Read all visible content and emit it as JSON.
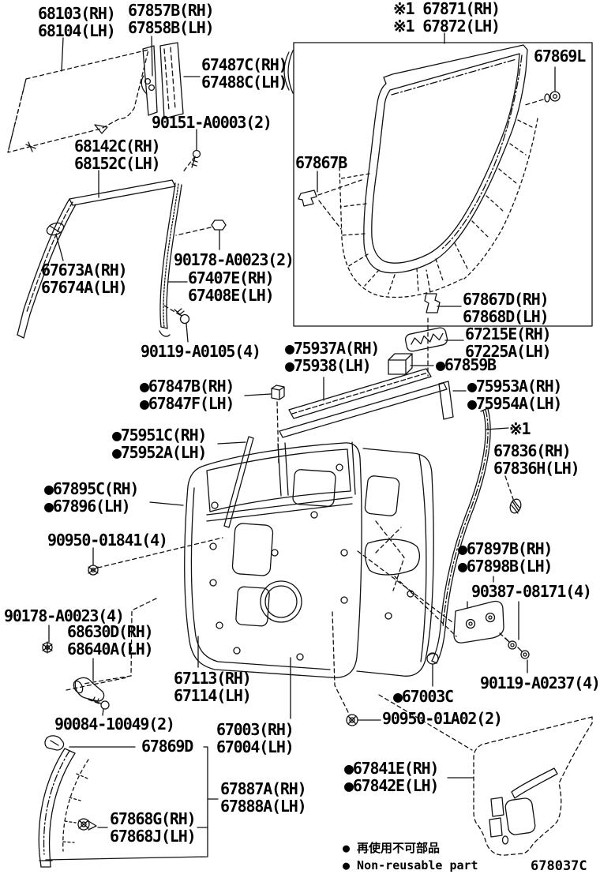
{
  "diagram": {
    "code": "678037C",
    "legend_jp": "● 再使用不可部品",
    "legend_en": "● Non-reusable part"
  },
  "labels": {
    "glass": [
      "68103(RH)",
      "68104(LH)"
    ],
    "belt_garnish": [
      "67857B(RH)",
      "67858B(LH)"
    ],
    "opening_weatherstrip": [
      "※1 67871(RH)",
      "※1 67872(LH)"
    ],
    "rear_frame_garnish": [
      "67487C(RH)",
      "67488C(LH)"
    ],
    "screw_67869l": [
      "67869L"
    ],
    "screw_90151": [
      "90151-A0003(2)"
    ],
    "glass_run": [
      "68142C(RH)",
      "68152C(LH)"
    ],
    "clip_67867b": [
      "67867B"
    ],
    "cushion_67673a": [
      "67673A(RH)",
      "67674A(LH)"
    ],
    "grommet_90178_2": [
      "90178-A0023(2)"
    ],
    "rear_channel": [
      "67407E(RH)",
      "67408E(LH)"
    ],
    "screw_90119_a0105": [
      "90119-A0105(4)"
    ],
    "clip_67867d": [
      "67867D(RH)",
      "67868D(LH)"
    ],
    "check_67215e": [
      "67215E(RH)",
      "67225A(LH)"
    ],
    "frame_75937a": [
      "●75937A(RH)",
      "●75938(LH)"
    ],
    "cushion_67859b": [
      "●67859B"
    ],
    "clip_67847b": [
      "●67847B(RH)",
      "●67847F(LH)"
    ],
    "sash_75953a": [
      "●75953A(RH)",
      "●75954A(LH)"
    ],
    "bar_75951c": [
      "●75951C(RH)",
      "●75952A(LH)"
    ],
    "ref_mark": [
      "※1"
    ],
    "weatherstrip_67836": [
      "67836(RH)",
      "67836H(LH)"
    ],
    "panel_67895c": [
      "●67895C(RH)",
      "●67896(LH)"
    ],
    "nut_90950_01841": [
      "90950-01841(4)"
    ],
    "cover_67897b": [
      "●67897B(RH)",
      "●67898B(LH)"
    ],
    "bolt_90387": [
      "90387-08171(4)"
    ],
    "nut_90178_4": [
      "90178-A0023(4)"
    ],
    "protector_68630d": [
      "68630D(RH)",
      "68640A(LH)"
    ],
    "panel_67113": [
      "67113(RH)",
      "67114(LH)"
    ],
    "bolt_90119_a0237": [
      "90119-A0237(4)"
    ],
    "cap_67003c": [
      "●67003C"
    ],
    "nut_90950_01a02": [
      "90950-01A02(2)"
    ],
    "screw_90084": [
      "90084-10049(2)"
    ],
    "clip_67869d": [
      "67869D"
    ],
    "panel_67003": [
      "67003(RH)",
      "67004(LH)"
    ],
    "hole_cover_67841e": [
      "●67841E(RH)",
      "●67842E(LH)"
    ],
    "front_weatherstrip_67887a": [
      "67887A(RH)",
      "67888A(LH)"
    ],
    "clip_67868g": [
      "67868G(RH)",
      "67868J(LH)"
    ]
  }
}
